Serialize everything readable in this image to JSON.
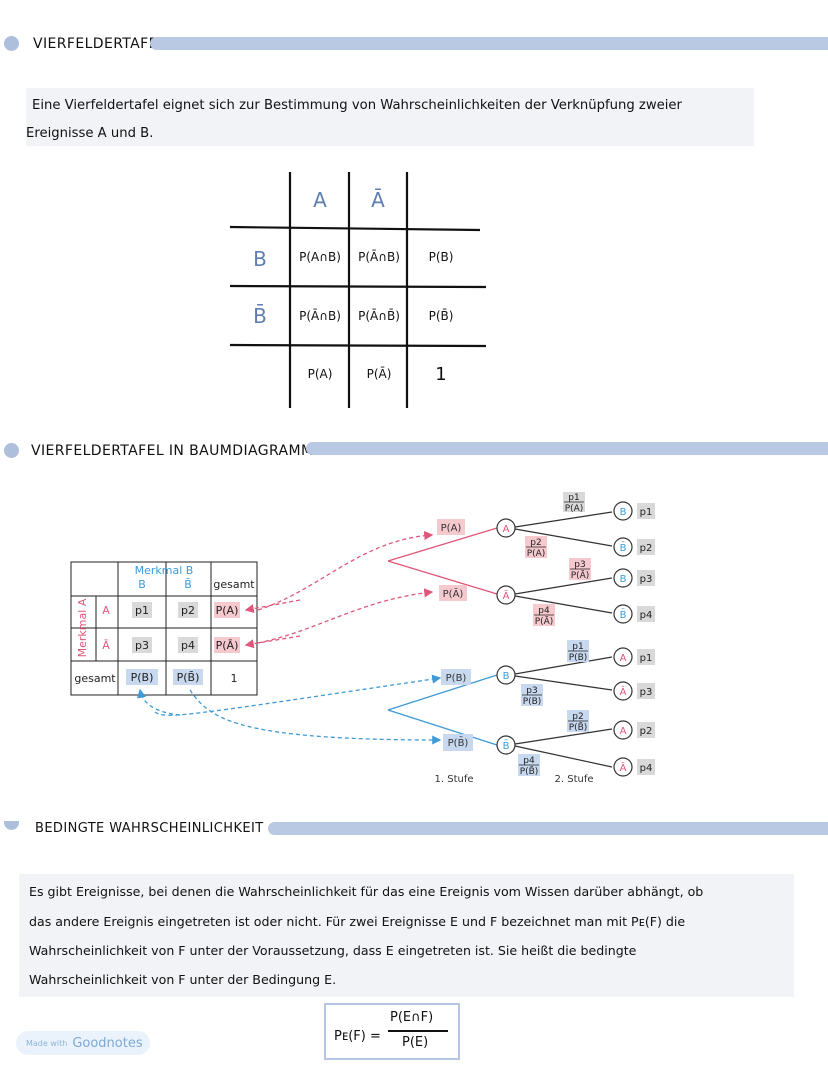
{
  "sections": [
    {
      "title": "VIERFELDERTAFEL"
    },
    {
      "title": "VIERFELDERTAFEL IN BAUMDIAGRAMM"
    },
    {
      "title": "BEDINGTE WAHRSCHEINLICHKEIT"
    }
  ],
  "intro": {
    "line1": "Eine Vierfeldertafel eignet sich zur Bestimmung von Wahrscheinlichkeiten der Verknüpfung zweier",
    "line2": "Ereignisse A und B."
  },
  "four_field_table": {
    "col_headers": [
      "A",
      "Ā"
    ],
    "row_headers": [
      "B",
      "B̄"
    ],
    "rows": [
      [
        "P(A∩B)",
        "P(Ā∩B)",
        "P(B)"
      ],
      [
        "P(Ā∩B)",
        "P(Ā∩B̄)",
        "P(B̄)"
      ],
      [
        "P(A)",
        "P(Ā)",
        "1"
      ]
    ]
  },
  "small_table": {
    "merkmal_b": "Merkmal B",
    "merkmal_a": "Merkmal A",
    "col_heads": [
      "B",
      "B̄",
      "gesamt"
    ],
    "row_heads": [
      "A",
      "Ā",
      "gesamt"
    ],
    "cells": [
      [
        "p1",
        "p2",
        "P(A)"
      ],
      [
        "p3",
        "p4",
        "P(Ā)"
      ],
      [
        "P(B)",
        "P(B̄)",
        "1"
      ]
    ]
  },
  "tree_upper": {
    "first_branches": [
      "P(A)",
      "P(Ā)"
    ],
    "nodes": [
      "A",
      "Ā"
    ],
    "leaf_nodes": [
      "B",
      "B̄",
      "B",
      "B̄"
    ],
    "leaf_values": [
      "p1",
      "p2",
      "p3",
      "p4"
    ],
    "fractions": [
      {
        "num": "p1",
        "den": "P(A)"
      },
      {
        "num": "p2",
        "den": "P(A)"
      },
      {
        "num": "p3",
        "den": "P(Ā)"
      },
      {
        "num": "p4",
        "den": "P(Ā)"
      }
    ]
  },
  "tree_lower": {
    "first_branches": [
      "P(B)",
      "P(B̄)"
    ],
    "nodes": [
      "B",
      "B̄"
    ],
    "leaf_nodes": [
      "A",
      "Ā",
      "A",
      "Ā"
    ],
    "leaf_values": [
      "p1",
      "p3",
      "p2",
      "p4"
    ],
    "fractions": [
      {
        "num": "p1",
        "den": "P(B)"
      },
      {
        "num": "p3",
        "den": "P(B)"
      },
      {
        "num": "p2",
        "den": "P(B̄)"
      },
      {
        "num": "p4",
        "den": "P(B̄)"
      }
    ]
  },
  "stage_labels": [
    "1. Stufe",
    "2. Stufe"
  ],
  "conditional": {
    "line1": "Es gibt Ereignisse, bei denen die Wahrscheinlichkeit für das eine Ereignis vom Wissen darüber abhängt, ob",
    "line2": "das andere Ereignis eingetreten ist oder nicht. Für zwei Ereignisse E und F bezeichnet man mit Pᴇ(F) die",
    "line3": "Wahrscheinlichkeit von F unter der Voraussetzung, dass E eingetreten ist. Sie heißt die bedingte",
    "line4": "Wahrscheinlichkeit von F unter der Bedingung E."
  },
  "formula": {
    "lhs": "Pᴇ(F) =",
    "num": "P(E∩F)",
    "den": "P(E)"
  },
  "badge": {
    "small": "Made with",
    "big": "Goodnotes"
  },
  "colors": {
    "accent_bar": "#b9c8e3",
    "red": "#e0567a",
    "blue": "#3f9ad6",
    "red_fill": "#f6c9cf",
    "blue_fill": "#c7d8ef",
    "grey_fill": "#d9d9d9"
  }
}
